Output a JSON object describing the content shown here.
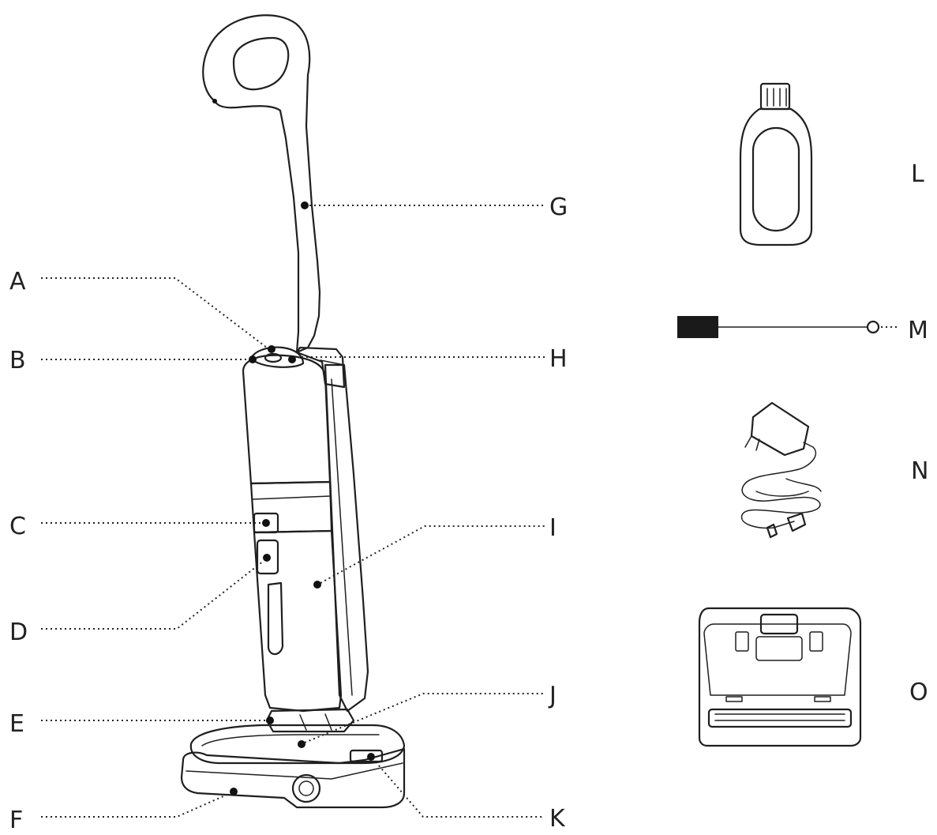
{
  "callouts": {
    "A": "A",
    "B": "B",
    "C": "C",
    "D": "D",
    "E": "E",
    "F": "F",
    "G": "G",
    "H": "H",
    "I": "I",
    "J": "J",
    "K": "K",
    "L": "L",
    "M": "M",
    "N": "N",
    "O": "O"
  }
}
